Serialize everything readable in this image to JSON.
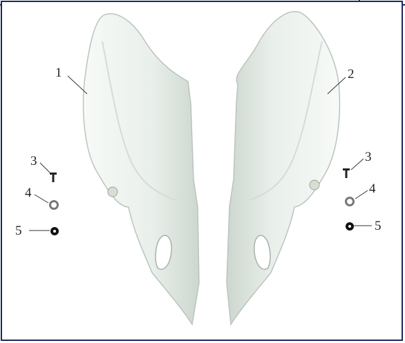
{
  "diagram": {
    "callouts": [
      {
        "id": "left-panel-callout",
        "text": "1"
      },
      {
        "id": "right-panel-callout",
        "text": "2"
      },
      {
        "id": "left-screw-callout",
        "text": "3"
      },
      {
        "id": "right-screw-callout",
        "text": "3"
      },
      {
        "id": "left-washer-callout",
        "text": "4"
      },
      {
        "id": "right-washer-callout",
        "text": "4"
      },
      {
        "id": "left-nut-callout",
        "text": "5"
      },
      {
        "id": "right-nut-callout",
        "text": "5"
      }
    ],
    "colors": {
      "border": "#1b2a57",
      "panel": "#eef3ee",
      "panel_shadow": "#c9d2cb",
      "hardware": "#111111"
    }
  }
}
